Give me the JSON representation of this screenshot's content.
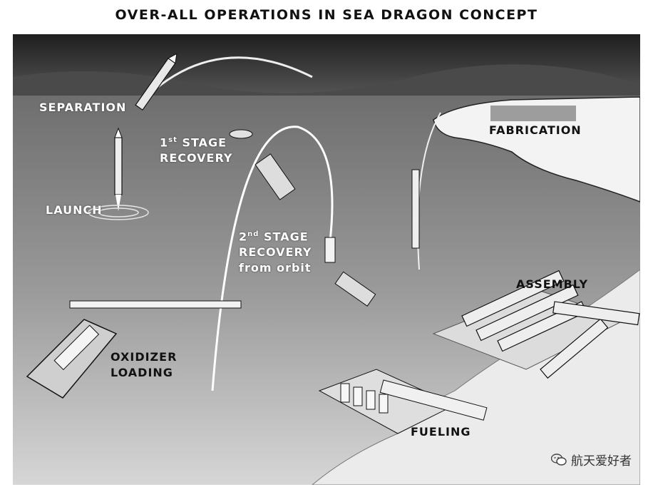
{
  "title": "OVER-ALL OPERATIONS IN SEA DRAGON CONCEPT",
  "labels": {
    "separation": "SEPARATION",
    "first_stage_num": "1",
    "first_stage_sup": "st",
    "first_stage_word": " STAGE",
    "first_stage_line2": "RECOVERY",
    "launch": "LAUNCH",
    "second_stage_num": "2",
    "second_stage_sup": "nd",
    "second_stage_word": " STAGE",
    "second_stage_line2": "RECOVERY",
    "second_stage_line3": "from orbit",
    "fabrication": "FABRICATION",
    "assembly": "ASSEMBLY",
    "oxidizer_line1": "OXIDIZER",
    "oxidizer_line2": "LOADING",
    "fueling": "FUELING"
  },
  "watermark": {
    "text": "航天爱好者",
    "icon": "wechat-icon"
  },
  "colors": {
    "sky": "#3a3a3a",
    "sea": "#8a8a8a",
    "land": "#f2f2f2"
  }
}
